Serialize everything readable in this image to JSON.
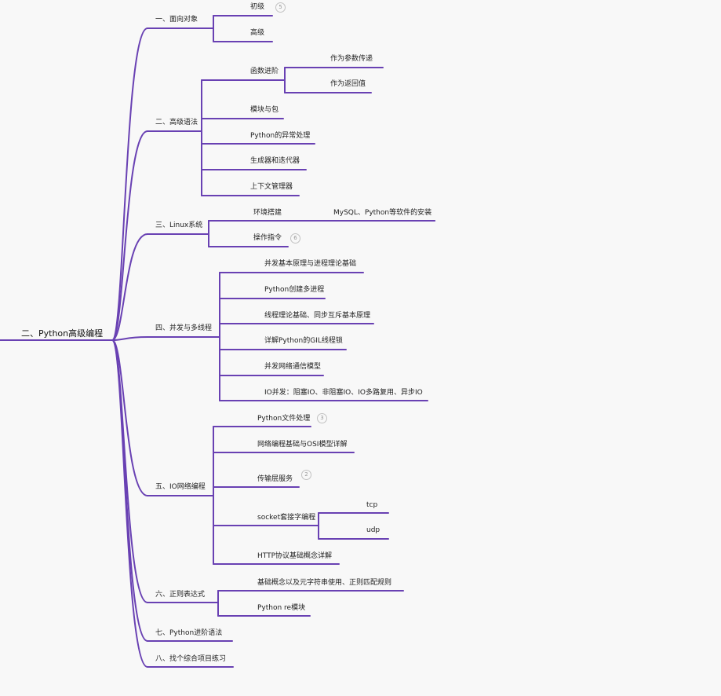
{
  "mindmap": {
    "root": "二、Python高级编程",
    "colors": {
      "edge": "#6941b3",
      "background": "#f8f8f8",
      "text": "#222222",
      "badge_border": "#c2c2c2"
    },
    "nodes": {
      "b1": "一、面向对象",
      "b1_1": "初级",
      "b1_1_badge": "5",
      "b1_2": "高级",
      "b2": "二、高级语法",
      "b2_1": "函数进阶",
      "b2_1_1": "作为参数传递",
      "b2_1_2": "作为返回值",
      "b2_2": "模块与包",
      "b2_3": "Python的异常处理",
      "b2_4": "生成器和迭代器",
      "b2_5": "上下文管理器",
      "b3": "三、Linux系统",
      "b3_1": "环境搭建",
      "b3_1_1": "MySQL、Python等软件的安装",
      "b3_2": "操作指令",
      "b3_2_badge": "6",
      "b4": "四、并发与多线程",
      "b4_1": "并发基本原理与进程理论基础",
      "b4_2": "Python创建多进程",
      "b4_3": "线程理论基础、同步互斥基本原理",
      "b4_4": "详解Python的GIL线程锁",
      "b4_5": "并发网络通信模型",
      "b4_6": "IO并发：阻塞IO、非阻塞IO、IO多路复用、异步IO",
      "b5": "五、IO网络编程",
      "b5_1": "Python文件处理",
      "b5_1_badge": "3",
      "b5_2": "网络编程基础与OSI模型详解",
      "b5_3": "传输层服务",
      "b5_3_badge": "2",
      "b5_4": "socket套接字编程",
      "b5_4_1": "tcp",
      "b5_4_2": "udp",
      "b5_5": "HTTP协议基础概念详解",
      "b6": "六、正则表达式",
      "b6_1": "基础概念以及元字符串使用、正则匹配规则",
      "b6_2": "Python re模块",
      "b7": "七、Python进阶语法",
      "b8": "八、找个综合项目练习"
    },
    "edges": [
      [
        "root",
        "b1"
      ],
      [
        "root",
        "b2"
      ],
      [
        "root",
        "b3"
      ],
      [
        "root",
        "b4"
      ],
      [
        "root",
        "b5"
      ],
      [
        "root",
        "b6"
      ],
      [
        "root",
        "b7"
      ],
      [
        "root",
        "b8"
      ],
      [
        "b1",
        "b1_1"
      ],
      [
        "b1",
        "b1_2"
      ],
      [
        "b2",
        "b2_1"
      ],
      [
        "b2",
        "b2_2"
      ],
      [
        "b2",
        "b2_3"
      ],
      [
        "b2",
        "b2_4"
      ],
      [
        "b2",
        "b2_5"
      ],
      [
        "b2_1",
        "b2_1_1"
      ],
      [
        "b2_1",
        "b2_1_2"
      ],
      [
        "b3",
        "b3_1"
      ],
      [
        "b3",
        "b3_2"
      ],
      [
        "b3_1",
        "b3_1_1"
      ],
      [
        "b4",
        "b4_1"
      ],
      [
        "b4",
        "b4_2"
      ],
      [
        "b4",
        "b4_3"
      ],
      [
        "b4",
        "b4_4"
      ],
      [
        "b4",
        "b4_5"
      ],
      [
        "b4",
        "b4_6"
      ],
      [
        "b5",
        "b5_1"
      ],
      [
        "b5",
        "b5_2"
      ],
      [
        "b5",
        "b5_3"
      ],
      [
        "b5",
        "b5_4"
      ],
      [
        "b5",
        "b5_5"
      ],
      [
        "b5_4",
        "b5_4_1"
      ],
      [
        "b5_4",
        "b5_4_2"
      ],
      [
        "b6",
        "b6_1"
      ],
      [
        "b6",
        "b6_2"
      ]
    ]
  }
}
